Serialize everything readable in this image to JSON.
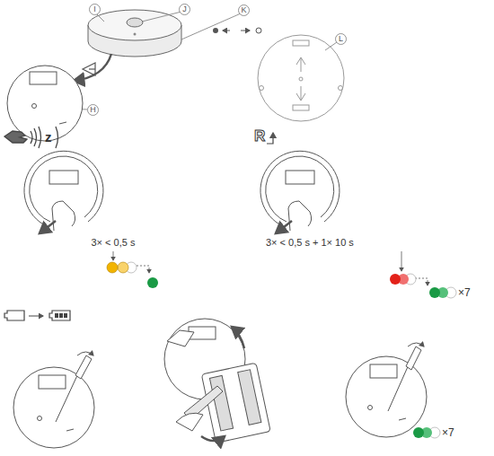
{
  "diagram": {
    "nodes": [
      {
        "text": [
          "I"
        ]
      },
      {
        "text": [
          "J"
        ]
      },
      {
        "text": [
          "K"
        ]
      },
      {
        "text": [
          "H"
        ]
      },
      {
        "text": [
          "L"
        ]
      }
    ],
    "labels": [
      "z",
      "R",
      "3× < 0,5 s",
      "3× < 0,5 s + 1× 10 s",
      "×7",
      "×7"
    ]
  }
}
